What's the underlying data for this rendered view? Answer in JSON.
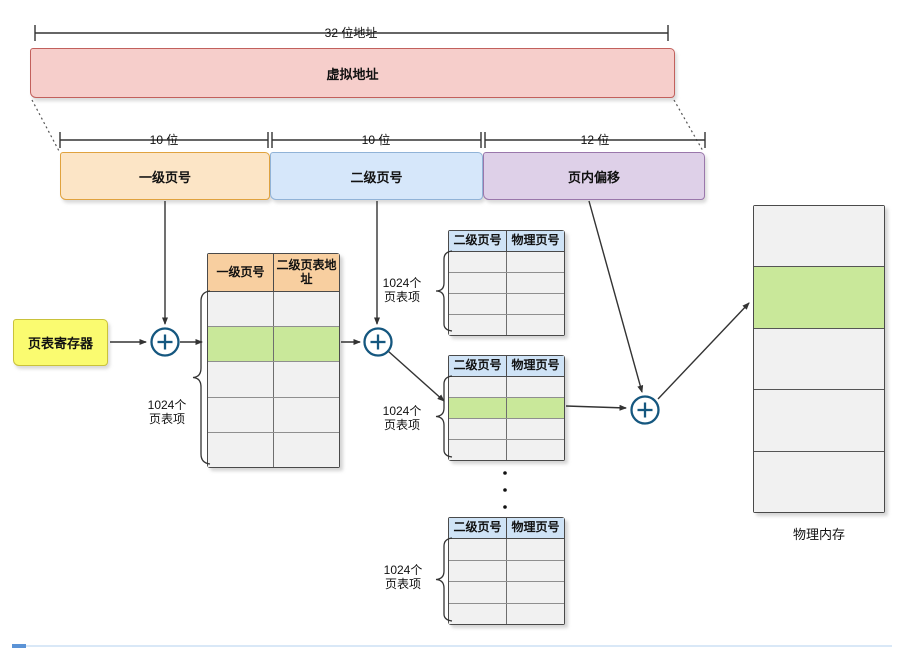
{
  "diagram": {
    "title_measure": "32 位地址",
    "virtual_address": "虚拟地址",
    "bit_measures": [
      "10 位",
      "10 位",
      "12 位"
    ],
    "segments": [
      "一级页号",
      "二级页号",
      "页内偏移"
    ],
    "register": "页表寄存器",
    "plus_icon": "+",
    "entries_label": {
      "line1": "1024个",
      "line2": "页表项"
    },
    "page_tables": [
      {
        "headers": [
          "一级页号",
          "二级页表地址"
        ],
        "header_style": "orange",
        "row_count": 5,
        "highlight_row": 1
      },
      {
        "headers": [
          "二级页号",
          "物理页号"
        ],
        "header_style": "blue",
        "row_count": 4,
        "highlight_row": -1
      },
      {
        "headers": [
          "二级页号",
          "物理页号"
        ],
        "header_style": "blue",
        "row_count": 4,
        "highlight_row": 1
      },
      {
        "headers": [
          "二级页号",
          "物理页号"
        ],
        "header_style": "blue",
        "row_count": 4,
        "highlight_row": -1
      }
    ],
    "memory": {
      "label": "物理内存",
      "row_count": 5,
      "highlight_row": 1
    },
    "colors": {
      "virtual_address_fill": "#f6cecb",
      "virtual_address_border": "#c2605c",
      "level1_segment_fill": "#fce5c6",
      "level1_segment_border": "#e0a23e",
      "level2_segment_fill": "#d6e7fa",
      "level2_segment_border": "#91b3d7",
      "offset_segment_fill": "#ded0e8",
      "offset_segment_border": "#9a77ab",
      "register_fill": "#fafb70",
      "register_border": "#c9c23b",
      "table1_header_fill": "#f8cfa0",
      "table2_header_fill": "#cfe3f6",
      "highlight_green": "#c9e89a",
      "row_gray": "#f1f1f1",
      "plus_circle": "#15577f",
      "bottom_bar": "#d9e8f7",
      "bottom_bar_accent": "#5b93d6"
    }
  }
}
